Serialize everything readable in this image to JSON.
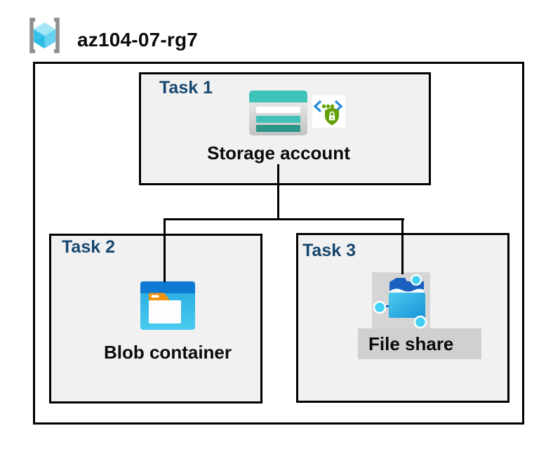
{
  "header": {
    "resource_group_name": "az104-07-rg7",
    "resource_group_icon": "resource-group-icon"
  },
  "tasks": [
    {
      "label": "Task 1",
      "item": "Storage account",
      "icons": [
        "storage-account-icon",
        "secure-access-icon"
      ]
    },
    {
      "label": "Task 2",
      "item": "Blob container",
      "icons": [
        "blob-container-icon"
      ]
    },
    {
      "label": "Task 3",
      "item": "File share",
      "icons": [
        "file-share-icon"
      ]
    }
  ],
  "connections": [
    {
      "from": "Storage account",
      "to": "Blob container"
    },
    {
      "from": "Storage account",
      "to": "File share"
    }
  ],
  "colors": {
    "task_label": "#17476E",
    "box_fill": "#F1F1F2",
    "border": "#000000",
    "storage_teal": "#41C2B8",
    "storage_teal_dark": "#2B958A",
    "blob_blue": "#0E7AD3",
    "blob_cyan": "#2CB6E6",
    "folder_orange": "#F2920D",
    "shield_green": "#63A103",
    "bracket_blue": "#2E8FD8",
    "file_share_blue": "#1B5FBF",
    "file_share_cyan": "#44D0F4",
    "rg_cube_cyan": "#38C1E8",
    "icon_plate_gray": "#D5D5D5"
  }
}
